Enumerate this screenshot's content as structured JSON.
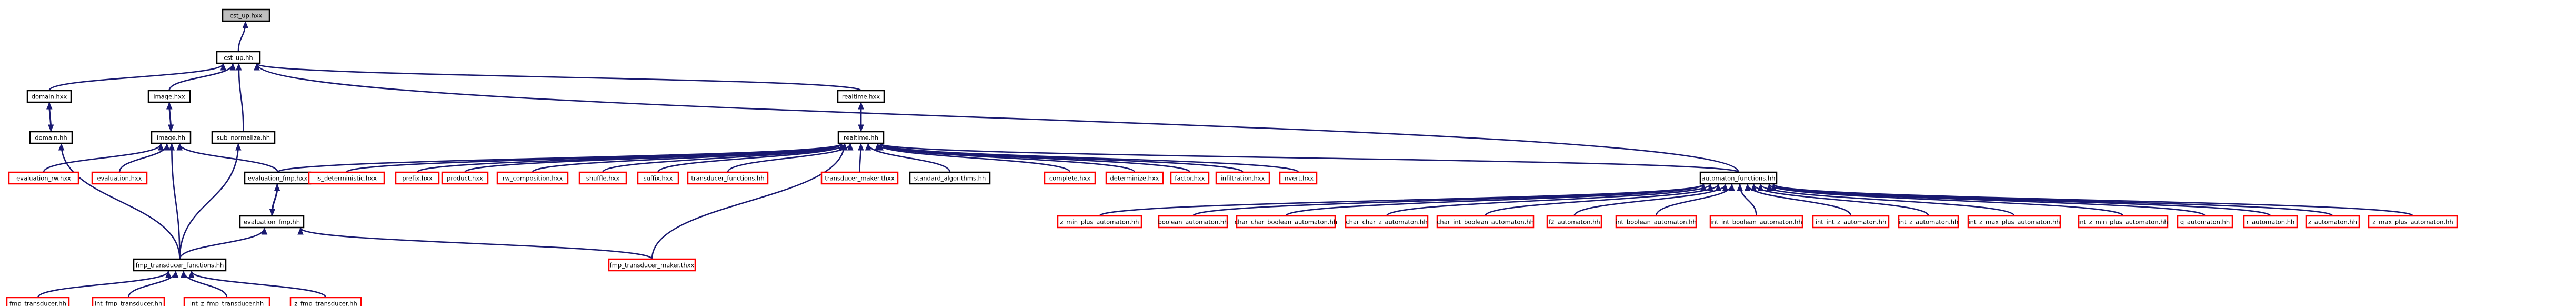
{
  "nodes": [
    {
      "id": "cst_up_hxx",
      "label": "cst_up.hxx",
      "style": "root"
    },
    {
      "id": "cst_up_hh",
      "label": "cst_up.hh",
      "style": "black"
    },
    {
      "id": "domain_hxx",
      "label": "domain.hxx",
      "style": "black"
    },
    {
      "id": "domain_hh",
      "label": "domain.hh",
      "style": "black"
    },
    {
      "id": "image_hxx",
      "label": "image.hxx",
      "style": "black"
    },
    {
      "id": "image_hh",
      "label": "image.hh",
      "style": "black"
    },
    {
      "id": "sub_normalize_hh",
      "label": "sub_normalize.hh",
      "style": "black"
    },
    {
      "id": "realtime_hxx",
      "label": "realtime.hxx",
      "style": "black"
    },
    {
      "id": "realtime_hh",
      "label": "realtime.hh",
      "style": "black"
    },
    {
      "id": "evaluation_fmp_hxx",
      "label": "evaluation_fmp.hxx",
      "style": "black"
    },
    {
      "id": "evaluation_fmp_hh",
      "label": "evaluation_fmp.hh",
      "style": "black"
    },
    {
      "id": "fmp_transducer_functions_hh",
      "label": "fmp_transducer_functions.hh",
      "style": "black"
    },
    {
      "id": "evaluation_rw_hxx",
      "label": "evaluation_rw.hxx",
      "style": "red"
    },
    {
      "id": "evaluation_hxx",
      "label": "evaluation.hxx",
      "style": "red"
    },
    {
      "id": "is_deterministic_hxx",
      "label": "is_deterministic.hxx",
      "style": "red"
    },
    {
      "id": "prefix_hxx",
      "label": "prefix.hxx",
      "style": "red"
    },
    {
      "id": "product_hxx",
      "label": "product.hxx",
      "style": "red"
    },
    {
      "id": "rw_composition_hxx",
      "label": "rw_composition.hxx",
      "style": "red"
    },
    {
      "id": "shuffle_hxx",
      "label": "shuffle.hxx",
      "style": "red"
    },
    {
      "id": "suffix_hxx",
      "label": "suffix.hxx",
      "style": "red"
    },
    {
      "id": "transducer_functions_hh",
      "label": "transducer_functions.hh",
      "style": "red"
    },
    {
      "id": "transducer_maker_thxx",
      "label": "transducer_maker.thxx",
      "style": "red"
    },
    {
      "id": "standard_algorithms_hh",
      "label": "standard_algorithms.hh",
      "style": "black"
    },
    {
      "id": "complete_hxx",
      "label": "complete.hxx",
      "style": "red"
    },
    {
      "id": "determinize_hxx",
      "label": "determinize.hxx",
      "style": "red"
    },
    {
      "id": "factor_hxx",
      "label": "factor.hxx",
      "style": "red"
    },
    {
      "id": "infiltration_hxx",
      "label": "infiltration.hxx",
      "style": "red"
    },
    {
      "id": "invert_hxx",
      "label": "invert.hxx",
      "style": "red"
    },
    {
      "id": "automaton_functions_hh",
      "label": "automaton_functions.hh",
      "style": "black"
    },
    {
      "id": "fmp_transducer_maker_thxx",
      "label": "fmp_transducer_maker.thxx",
      "style": "red"
    },
    {
      "id": "fmp_transducer_hh",
      "label": "fmp_transducer.hh",
      "style": "red"
    },
    {
      "id": "int_fmp_transducer_hh",
      "label": "int_fmp_transducer.hh",
      "style": "red"
    },
    {
      "id": "int_z_fmp_transducer_hh",
      "label": "int_z_fmp_transducer.hh",
      "style": "red"
    },
    {
      "id": "z_fmp_transducer_hh",
      "label": "z_fmp_transducer.hh",
      "style": "red"
    },
    {
      "id": "z_min_plus_automaton_hh",
      "label": "z_min_plus_automaton.hh",
      "style": "red"
    },
    {
      "id": "boolean_automaton_hh",
      "label": "boolean_automaton.hh",
      "style": "red"
    },
    {
      "id": "char_char_boolean_automaton_hh",
      "label": "char_char_boolean_automaton.hh",
      "style": "red"
    },
    {
      "id": "char_char_z_automaton_hh",
      "label": "char_char_z_automaton.hh",
      "style": "red"
    },
    {
      "id": "char_int_boolean_automaton_hh",
      "label": "char_int_boolean_automaton.hh",
      "style": "red"
    },
    {
      "id": "f2_automaton_hh",
      "label": "f2_automaton.hh",
      "style": "red"
    },
    {
      "id": "int_boolean_automaton_hh",
      "label": "int_boolean_automaton.hh",
      "style": "red"
    },
    {
      "id": "int_int_boolean_automaton_hh",
      "label": "int_int_boolean_automaton.hh",
      "style": "red"
    },
    {
      "id": "int_int_z_automaton_hh",
      "label": "int_int_z_automaton.hh",
      "style": "red"
    },
    {
      "id": "int_z_automaton_hh",
      "label": "int_z_automaton.hh",
      "style": "red"
    },
    {
      "id": "int_z_max_plus_automaton_hh",
      "label": "int_z_max_plus_automaton.hh",
      "style": "red"
    },
    {
      "id": "int_z_min_plus_automaton_hh",
      "label": "int_z_min_plus_automaton.hh",
      "style": "red"
    },
    {
      "id": "q_automaton_hh",
      "label": "q_automaton.hh",
      "style": "red"
    },
    {
      "id": "r_automaton_hh",
      "label": "r_automaton.hh",
      "style": "red"
    },
    {
      "id": "z_automaton_hh",
      "label": "z_automaton.hh",
      "style": "red"
    },
    {
      "id": "z_max_plus_automaton_hh",
      "label": "z_max_plus_automaton.hh",
      "style": "red"
    }
  ],
  "edges": [
    [
      "cst_up_hh",
      "cst_up_hxx"
    ],
    [
      "domain_hxx",
      "cst_up_hh"
    ],
    [
      "image_hxx",
      "cst_up_hh"
    ],
    [
      "sub_normalize_hh",
      "cst_up_hh"
    ],
    [
      "realtime_hxx",
      "cst_up_hh"
    ],
    [
      "automaton_functions_hh",
      "cst_up_hh"
    ],
    [
      "domain_hh",
      "domain_hxx"
    ],
    [
      "domain_hxx",
      "domain_hh"
    ],
    [
      "image_hh",
      "image_hxx"
    ],
    [
      "image_hxx",
      "image_hh"
    ],
    [
      "realtime_hh",
      "realtime_hxx"
    ],
    [
      "realtime_hxx",
      "realtime_hh"
    ],
    [
      "evaluation_fmp_hxx",
      "evaluation_fmp_hh"
    ],
    [
      "evaluation_fmp_hh",
      "evaluation_fmp_hxx"
    ],
    [
      "fmp_transducer_functions_hh",
      "domain_hh"
    ],
    [
      "evaluation_rw_hxx",
      "image_hh"
    ],
    [
      "evaluation_hxx",
      "image_hh"
    ],
    [
      "evaluation_fmp_hxx",
      "image_hh"
    ],
    [
      "fmp_transducer_functions_hh",
      "image_hh"
    ],
    [
      "fmp_transducer_functions_hh",
      "sub_normalize_hh"
    ],
    [
      "fmp_transducer_functions_hh",
      "evaluation_fmp_hh"
    ],
    [
      "fmp_transducer_maker_thxx",
      "evaluation_fmp_hh"
    ],
    [
      "fmp_transducer_hh",
      "fmp_transducer_functions_hh"
    ],
    [
      "int_fmp_transducer_hh",
      "fmp_transducer_functions_hh"
    ],
    [
      "int_z_fmp_transducer_hh",
      "fmp_transducer_functions_hh"
    ],
    [
      "z_fmp_transducer_hh",
      "fmp_transducer_functions_hh"
    ],
    [
      "evaluation_fmp_hxx",
      "realtime_hh"
    ],
    [
      "is_deterministic_hxx",
      "realtime_hh"
    ],
    [
      "prefix_hxx",
      "realtime_hh"
    ],
    [
      "product_hxx",
      "realtime_hh"
    ],
    [
      "rw_composition_hxx",
      "realtime_hh"
    ],
    [
      "shuffle_hxx",
      "realtime_hh"
    ],
    [
      "suffix_hxx",
      "realtime_hh"
    ],
    [
      "transducer_functions_hh",
      "realtime_hh"
    ],
    [
      "transducer_maker_thxx",
      "realtime_hh"
    ],
    [
      "standard_algorithms_hh",
      "realtime_hh"
    ],
    [
      "complete_hxx",
      "realtime_hh"
    ],
    [
      "determinize_hxx",
      "realtime_hh"
    ],
    [
      "factor_hxx",
      "realtime_hh"
    ],
    [
      "infiltration_hxx",
      "realtime_hh"
    ],
    [
      "invert_hxx",
      "realtime_hh"
    ],
    [
      "automaton_functions_hh",
      "realtime_hh"
    ],
    [
      "fmp_transducer_maker_thxx",
      "realtime_hh"
    ],
    [
      "z_min_plus_automaton_hh",
      "automaton_functions_hh"
    ],
    [
      "boolean_automaton_hh",
      "automaton_functions_hh"
    ],
    [
      "char_char_boolean_automaton_hh",
      "automaton_functions_hh"
    ],
    [
      "char_char_z_automaton_hh",
      "automaton_functions_hh"
    ],
    [
      "char_int_boolean_automaton_hh",
      "automaton_functions_hh"
    ],
    [
      "f2_automaton_hh",
      "automaton_functions_hh"
    ],
    [
      "int_boolean_automaton_hh",
      "automaton_functions_hh"
    ],
    [
      "int_int_boolean_automaton_hh",
      "automaton_functions_hh"
    ],
    [
      "int_int_z_automaton_hh",
      "automaton_functions_hh"
    ],
    [
      "int_z_automaton_hh",
      "automaton_functions_hh"
    ],
    [
      "int_z_max_plus_automaton_hh",
      "automaton_functions_hh"
    ],
    [
      "int_z_min_plus_automaton_hh",
      "automaton_functions_hh"
    ],
    [
      "q_automaton_hh",
      "automaton_functions_hh"
    ],
    [
      "r_automaton_hh",
      "automaton_functions_hh"
    ],
    [
      "z_automaton_hh",
      "automaton_functions_hh"
    ],
    [
      "z_max_plus_automaton_hh",
      "automaton_functions_hh"
    ]
  ]
}
